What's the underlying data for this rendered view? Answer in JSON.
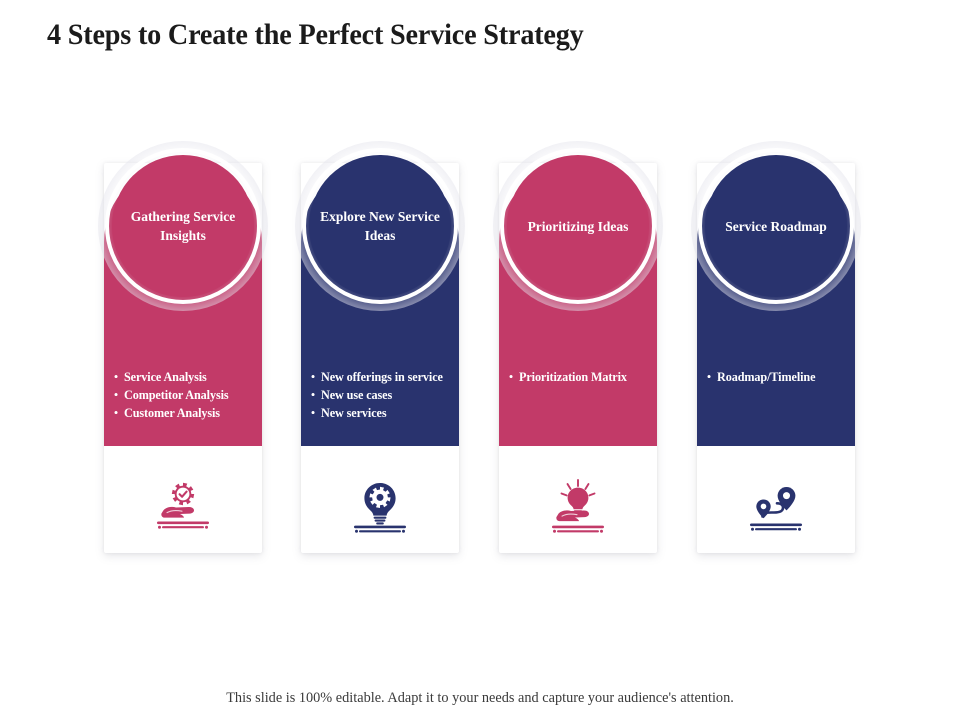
{
  "slide": {
    "title": "4 Steps to Create the Perfect Service Strategy",
    "footer_note": "This slide is 100% editable. Adapt it to your needs and capture your audience's attention.",
    "background": "#ffffff",
    "title_color": "#1b1b1b"
  },
  "palette": {
    "pink": "#c23a68",
    "navy": "#29336e",
    "icon_pink": "#c23a68",
    "icon_navy": "#29336e",
    "ring": "#ffffff",
    "text_on_card": "#ffffff"
  },
  "cards": [
    {
      "id": "gathering-service-insights",
      "title": "Gathering Service Insights",
      "color": "#c23a68",
      "icon": "hand-gear-check-icon",
      "icon_color": "#c23a68",
      "bullets": [
        "Service Analysis",
        "Competitor Analysis",
        "Customer Analysis"
      ]
    },
    {
      "id": "explore-new-service-ideas",
      "title": "Explore New Service Ideas",
      "color": "#29336e",
      "icon": "lightbulb-gear-icon",
      "icon_color": "#29336e",
      "bullets": [
        "New offerings in service",
        "New use cases",
        "New services"
      ]
    },
    {
      "id": "prioritizing-ideas",
      "title": "Prioritizing Ideas",
      "color": "#c23a68",
      "icon": "hand-lightbulb-idea-icon",
      "icon_color": "#c23a68",
      "bullets": [
        "Prioritization Matrix"
      ]
    },
    {
      "id": "service-roadmap",
      "title": "Service Roadmap",
      "color": "#29336e",
      "icon": "map-route-pins-icon",
      "icon_color": "#29336e",
      "bullets": [
        "Roadmap/Timeline"
      ]
    }
  ],
  "bullet_marker": "•"
}
